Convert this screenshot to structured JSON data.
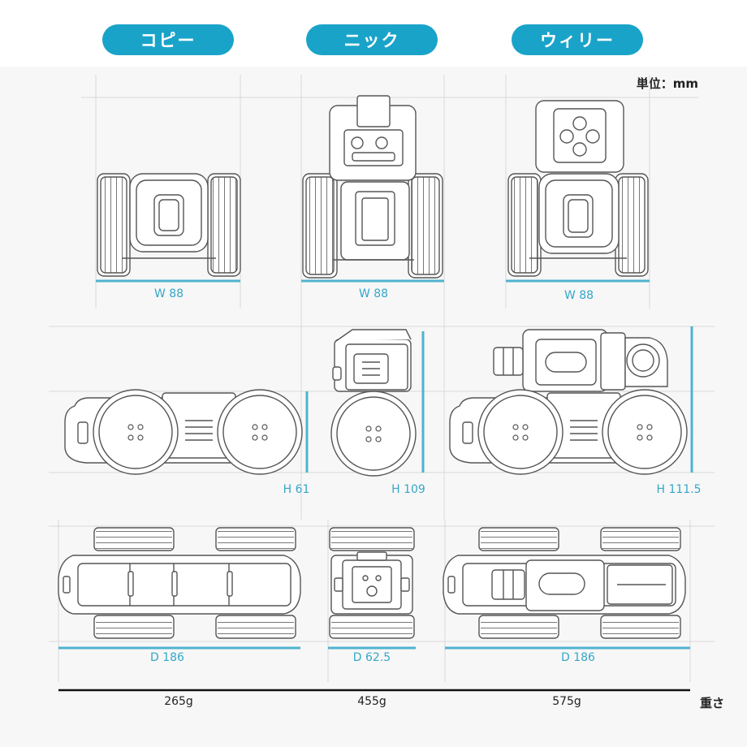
{
  "robots": {
    "copy": "コピー",
    "nick": "ニック",
    "willy": "ウィリー"
  },
  "unit_label": "単位：mm",
  "dimensions": {
    "width": [
      "W 88",
      "W 88",
      "W 88"
    ],
    "height": [
      "H 61",
      "H 109",
      "H 111.5"
    ],
    "depth": [
      "D 186",
      "D 62.5",
      "D 186"
    ]
  },
  "weights": {
    "label": "重さ",
    "values": [
      "265g",
      "455g",
      "575g"
    ]
  },
  "colors": {
    "accent": "#1aa3c9",
    "dimension_line": "#4fb3cf",
    "line_art": "#555555",
    "panel": "#f7f7f7"
  }
}
